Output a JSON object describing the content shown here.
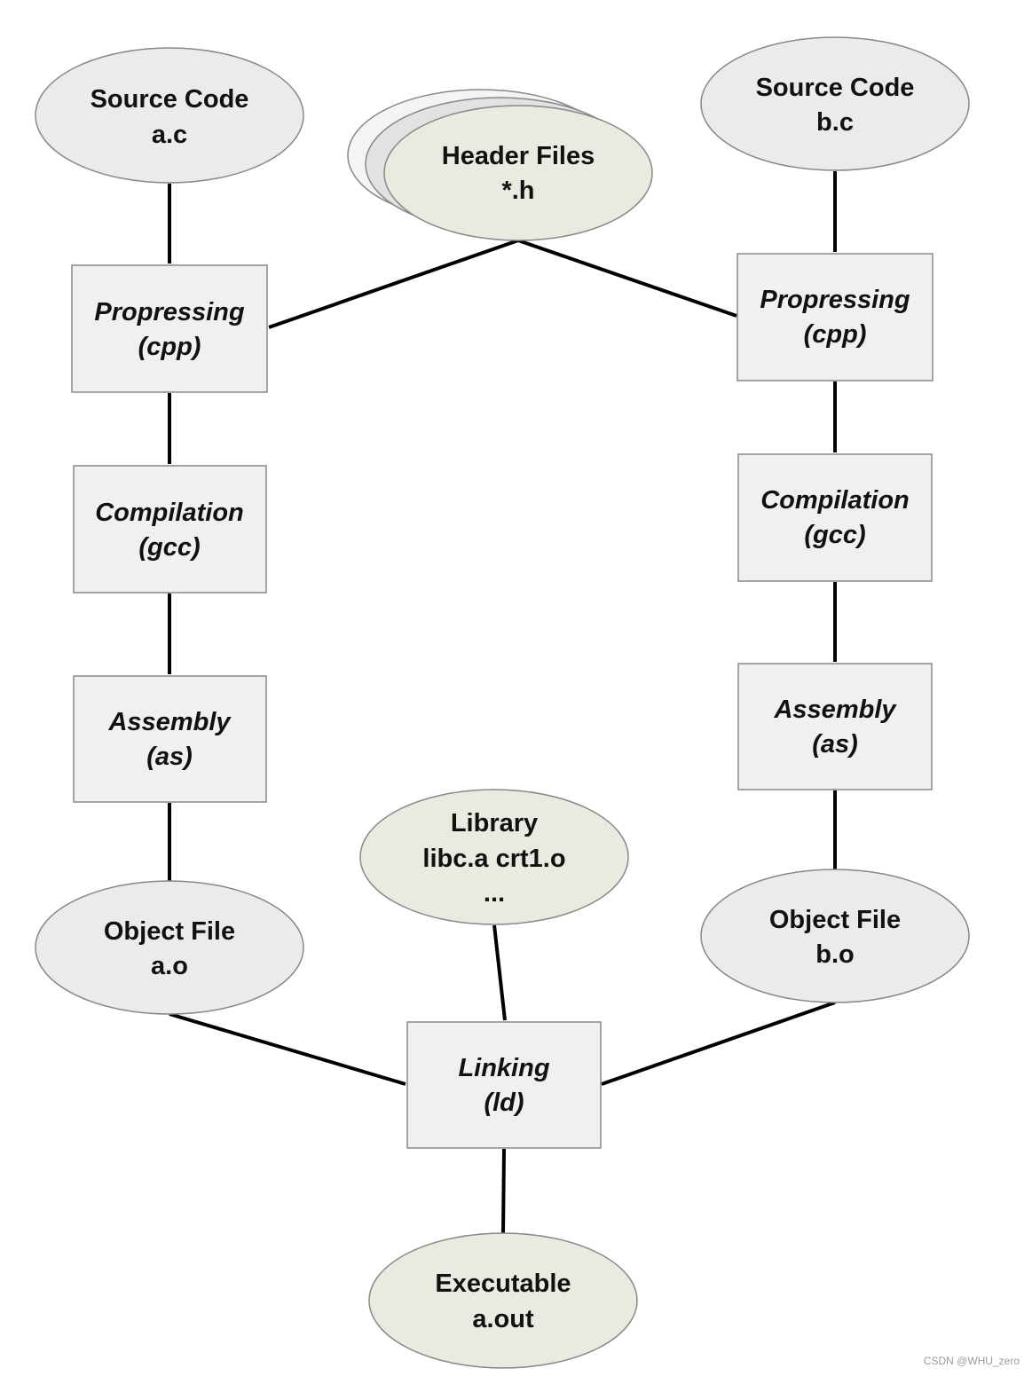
{
  "colors": {
    "ellipse_fill": "#ebebeb",
    "highlight_fill": "#e9eae0",
    "box_fill": "#f0f0f0",
    "stroke": "#888888",
    "arrow": "#000000"
  },
  "nodes": {
    "source_a": {
      "line1": "Source Code",
      "line2": "a.c"
    },
    "source_b": {
      "line1": "Source Code",
      "line2": "b.c"
    },
    "header": {
      "line1": "Header Files",
      "line2": "*.h"
    },
    "prep_a": {
      "line1": "Propressing",
      "line2": "(cpp)"
    },
    "prep_b": {
      "line1": "Propressing",
      "line2": "(cpp)"
    },
    "comp_a": {
      "line1": "Compilation",
      "line2": "(gcc)"
    },
    "comp_b": {
      "line1": "Compilation",
      "line2": "(gcc)"
    },
    "asm_a": {
      "line1": "Assembly",
      "line2": "(as)"
    },
    "asm_b": {
      "line1": "Assembly",
      "line2": "(as)"
    },
    "obj_a": {
      "line1": "Object File",
      "line2": "a.o"
    },
    "obj_b": {
      "line1": "Object File",
      "line2": "b.o"
    },
    "library": {
      "line1": "Library",
      "line2": "libc.a crt1.o",
      "line3": "..."
    },
    "linking": {
      "line1": "Linking",
      "line2": "(ld)"
    },
    "executable": {
      "line1": "Executable",
      "line2": "a.out"
    }
  },
  "edges": [
    [
      "source_a",
      "prep_a"
    ],
    [
      "header",
      "prep_a"
    ],
    [
      "header",
      "prep_b"
    ],
    [
      "source_b",
      "prep_b"
    ],
    [
      "prep_a",
      "comp_a"
    ],
    [
      "comp_a",
      "asm_a"
    ],
    [
      "asm_a",
      "obj_a"
    ],
    [
      "prep_b",
      "comp_b"
    ],
    [
      "comp_b",
      "asm_b"
    ],
    [
      "asm_b",
      "obj_b"
    ],
    [
      "obj_a",
      "linking"
    ],
    [
      "library",
      "linking"
    ],
    [
      "obj_b",
      "linking"
    ],
    [
      "linking",
      "executable"
    ]
  ],
  "watermark": "CSDN @WHU_zero"
}
